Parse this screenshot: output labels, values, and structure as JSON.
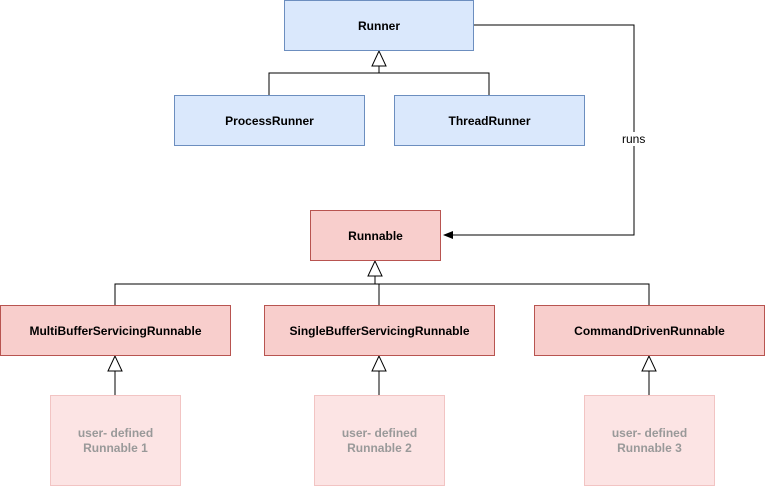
{
  "nodes": {
    "runner": "Runner",
    "process_runner": "ProcessRunner",
    "thread_runner": "ThreadRunner",
    "runnable": "Runnable",
    "multi_buffer": "MultiBufferServicingRunnable",
    "single_buffer": "SingleBufferServicingRunnable",
    "command_driven": "CommandDrivenRunnable",
    "user_runnable_1": "user- defined\nRunnable 1",
    "user_runnable_2": "user- defined\nRunnable 2",
    "user_runnable_3": "user- defined\nRunnable 3"
  },
  "edges": {
    "runs_label": "runs"
  },
  "colors": {
    "class_fill_blue": "#dae8fc",
    "class_stroke_blue": "#6c8ebf",
    "class_fill_red": "#f8cecc",
    "class_stroke_red": "#b85450",
    "user_fill": "#fce4e4",
    "user_text": "#999999",
    "edge": "#000000"
  }
}
